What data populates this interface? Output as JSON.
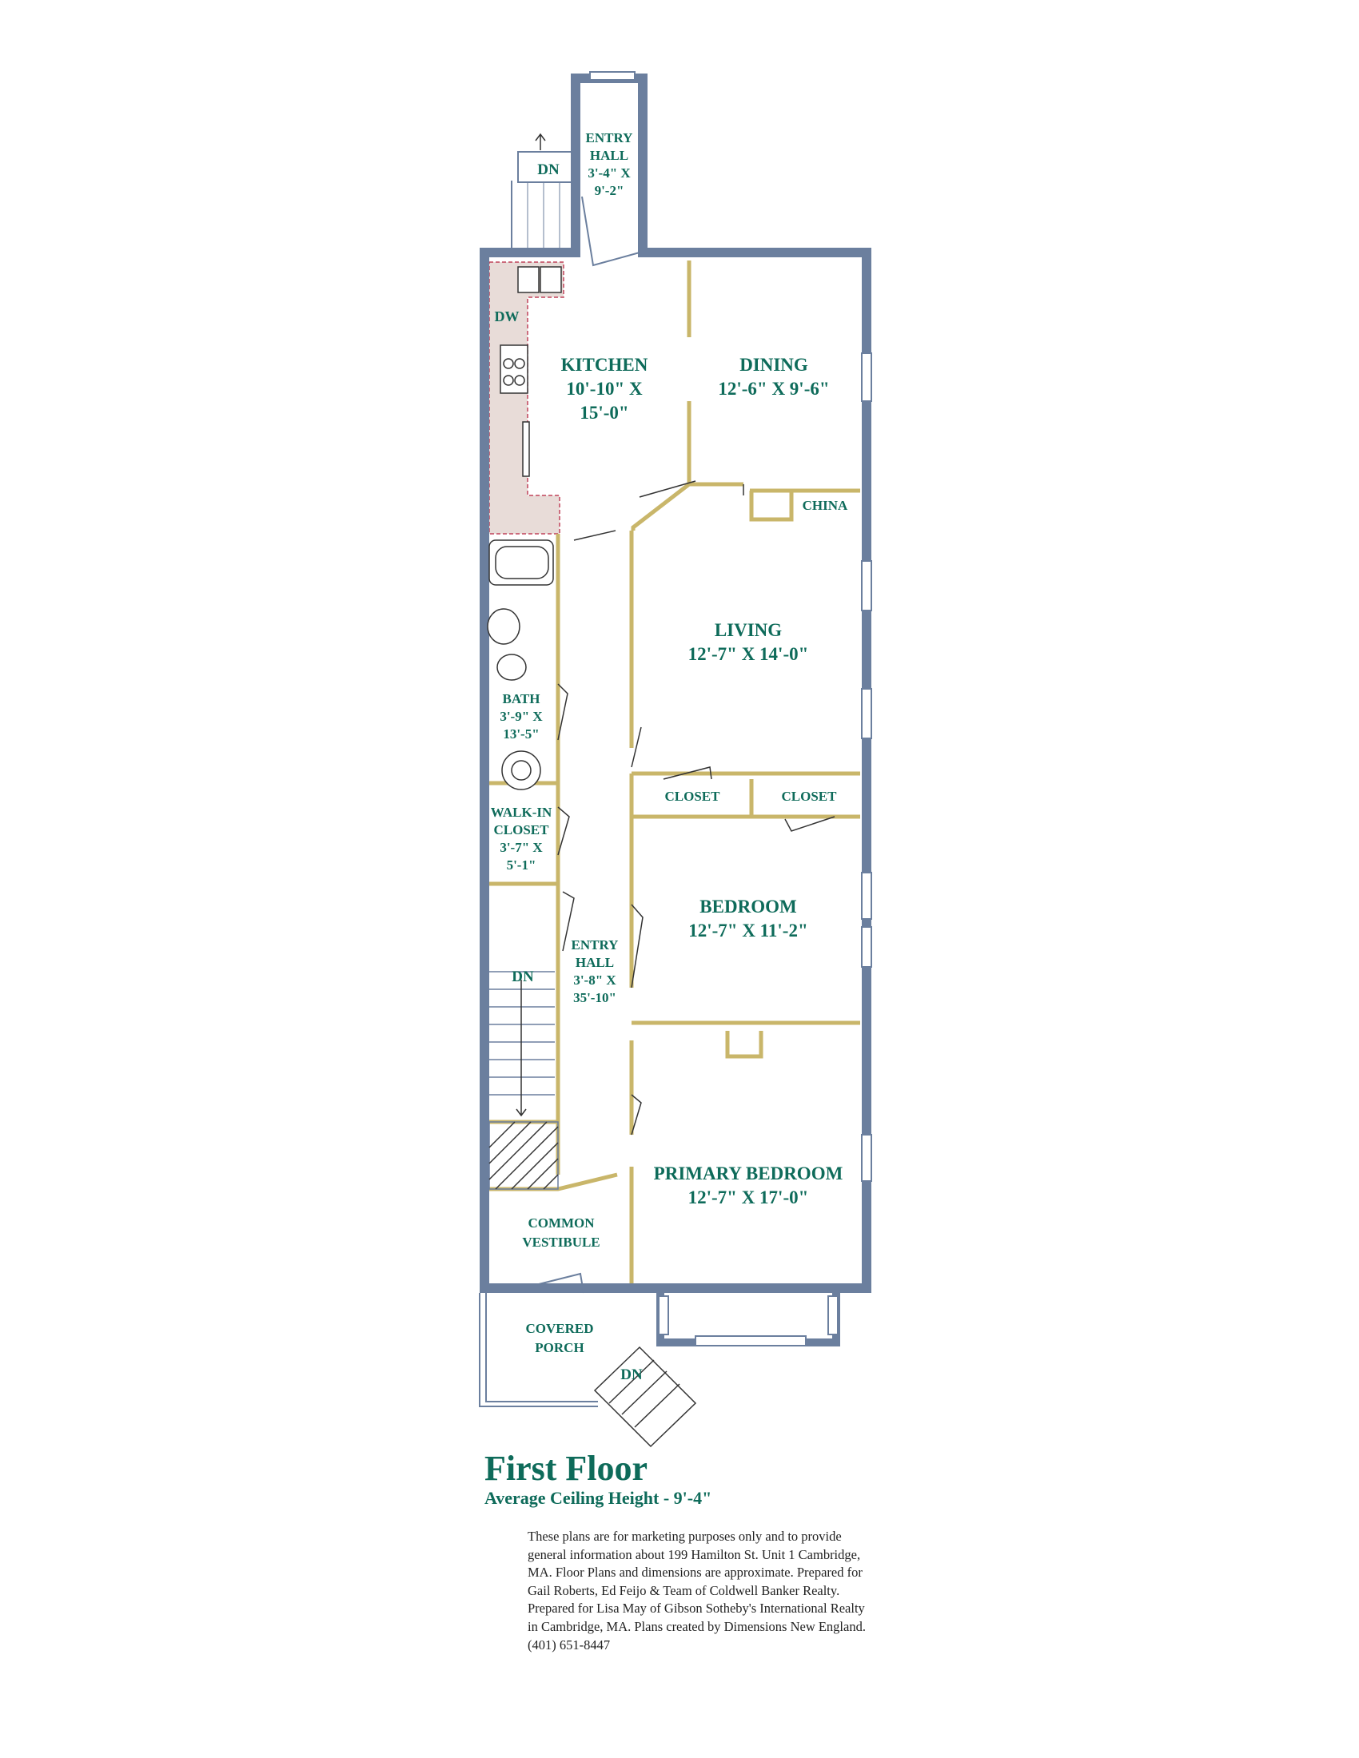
{
  "title": "First Floor",
  "subtitle": "Average Ceiling Height - 9'-4\"",
  "disclaimer": "These plans are for marketing purposes only and to provide general information about 199 Hamilton St. Unit 1 Cambridge, MA.  Floor Plans and dimensions are approximate.  Prepared for Gail Roberts, Ed Feijo & Team of Coldwell Banker Realty.  Prepared for Lisa May of Gibson Sotheby's International Realty in Cambridge, MA.  Plans created by Dimensions New England. (401) 651-8447",
  "colors": {
    "exterior_wall": "#6b7f9e",
    "interior_wall": "#c9b66a",
    "label": "#0e6b5a",
    "counter": "#e8dcd8"
  },
  "rooms": {
    "entry_hall_top": {
      "l1": "ENTRY",
      "l2": "HALL",
      "l3": "3'-4\" X",
      "l4": "9'-2\""
    },
    "kitchen": {
      "name": "KITCHEN",
      "dim1": "10'-10\" X",
      "dim2": "15'-0\""
    },
    "dining": {
      "name": "DINING",
      "dim": "12'-6\" X 9'-6\""
    },
    "china": "CHINA",
    "living": {
      "name": "LIVING",
      "dim": "12'-7\" X 14'-0\""
    },
    "bath": {
      "l1": "BATH",
      "l2": "3'-9\" X",
      "l3": "13'-5\""
    },
    "closet_1": "CLOSET",
    "closet_2": "CLOSET",
    "walk_in": {
      "l1": "WALK-IN",
      "l2": "CLOSET",
      "l3": "3'-7\" X",
      "l4": "5'-1\""
    },
    "bedroom": {
      "name": "BEDROOM",
      "dim": "12'-7\" X 11'-2\""
    },
    "entry_hall_main": {
      "l1": "ENTRY",
      "l2": "HALL",
      "l3": "3'-8\" X",
      "l4": "35'-10\""
    },
    "primary_bedroom": {
      "name": "PRIMARY BEDROOM",
      "dim": "12'-7\" X 17'-0\""
    },
    "common_vestibule": {
      "l1": "COMMON",
      "l2": "VESTIBULE"
    },
    "covered_porch": {
      "l1": "COVERED",
      "l2": "PORCH"
    }
  },
  "fixtures": {
    "dw": "DW",
    "dn_top": "DN",
    "dn_stairs": "DN",
    "dn_porch": "DN"
  }
}
